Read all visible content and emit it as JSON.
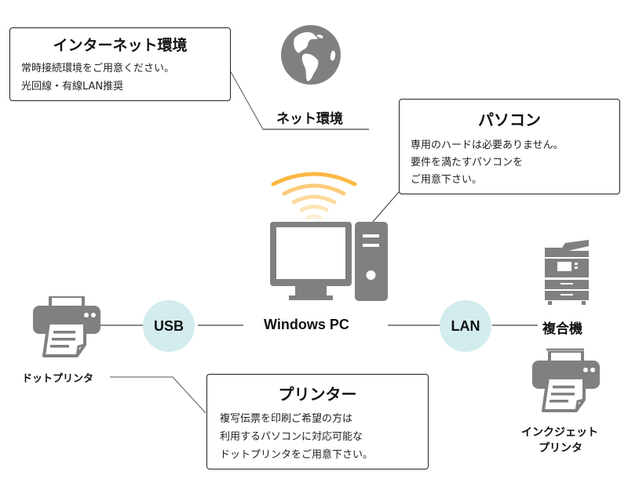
{
  "internet_callout": {
    "title": "インターネット環境",
    "line1": "常時接続環境をご用意ください。",
    "line2": "光回線・有線LAN推奨",
    "line2_color": "#e8141c"
  },
  "net_label": "ネット環境",
  "pc_callout": {
    "title": "パソコン",
    "lines": [
      "専用のハードは必要ありません。",
      "要件を満たすパソコンを",
      "ご用意下さい。"
    ]
  },
  "pc_label": "Windows PC",
  "usb_badge": "USB",
  "lan_badge": "LAN",
  "mfp_label": "複合機",
  "dot_printer_label": "ドットプリンタ",
  "inkjet_label": [
    "インクジェット",
    "プリンタ"
  ],
  "printer_callout": {
    "title": "プリンター",
    "lines": [
      "複写伝票を印刷ご希望の方は",
      "利用するパソコンに対応可能な",
      "ドットプリンタをご用意下さい。"
    ]
  },
  "colors": {
    "icon_gray": "#808080",
    "wifi_orange": "#fbb843",
    "badge_fill": "#d3eced",
    "line_gray": "#888888"
  }
}
